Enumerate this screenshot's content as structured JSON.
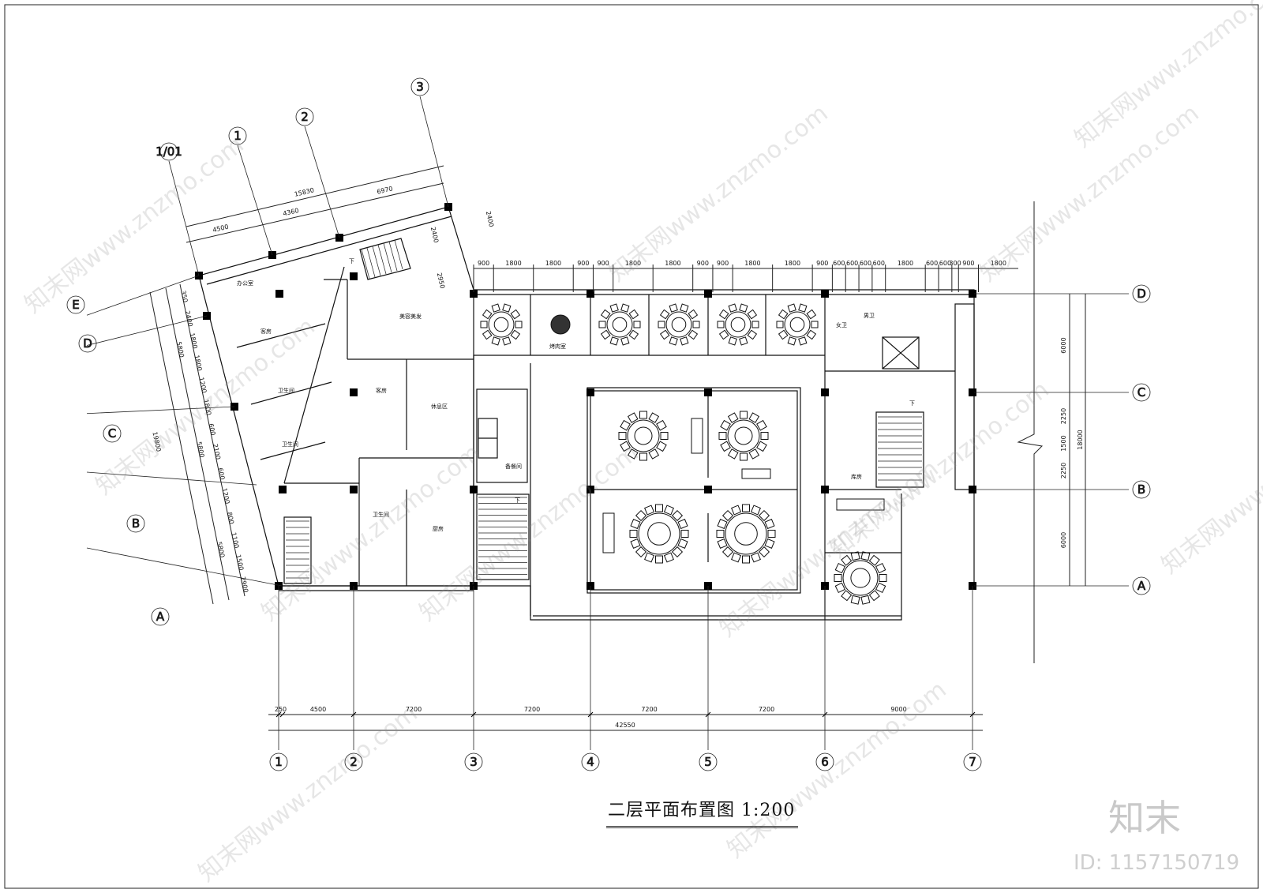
{
  "drawing": {
    "title": "二层平面布置图 1:200",
    "bottom_grid_labels": [
      "1",
      "2",
      "3",
      "4",
      "5",
      "6",
      "7"
    ],
    "right_grid_labels": [
      "D",
      "C",
      "B",
      "A"
    ],
    "left_grid_labels": [
      "E",
      "D",
      "C",
      "B",
      "A"
    ],
    "top_grid_labels": [
      "1/01",
      "1",
      "2",
      "3"
    ],
    "bottom_dimensions": [
      "250",
      "4500",
      "7200",
      "7200",
      "7200",
      "7200",
      "9000"
    ],
    "bottom_total": "42550",
    "right_dimensions": [
      "6000",
      "2250",
      "1500",
      "2250",
      "6000"
    ],
    "right_total": "18000",
    "top_dimensions": [
      "900",
      "1800",
      "1800",
      "900",
      "900",
      "1800",
      "1800",
      "900",
      "900",
      "1800",
      "1800",
      "900",
      "600",
      "600",
      "600",
      "600",
      "1800",
      "600",
      "600",
      "300",
      "900",
      "1800"
    ],
    "wing_top_dimensions": [
      "4500",
      "4360",
      "6970"
    ],
    "wing_top_total": "15830",
    "wing_right_dimensions": [
      "2400",
      "2400",
      "2950"
    ],
    "wing_left_dimensions": [
      "350",
      "2400",
      "1800",
      "1800",
      "1200",
      "1800",
      "600",
      "2100",
      "600",
      "1200",
      "800",
      "1100",
      "1500",
      "2900"
    ],
    "wing_left_sub": [
      "5800",
      "5800",
      "5800"
    ],
    "wing_left_total": "19800",
    "rooms": {
      "office": "办公室",
      "guest1": "客房",
      "guest2": "客房",
      "wc1": "卫生间",
      "wc2": "卫生间",
      "wc3": "卫生间",
      "beauty": "美容美发",
      "lounge": "休息区",
      "kitchen": "厨房",
      "prep": "备餐间",
      "bbq": "烤肉室",
      "female_wc": "女卫",
      "male_wc": "男卫",
      "storage": "库房",
      "down1": "下",
      "down2": "下",
      "down3": "下"
    }
  },
  "watermark": {
    "site": "知末网www.znzmo.com",
    "brand": "知末",
    "id_text": "ID: 1157150719"
  }
}
